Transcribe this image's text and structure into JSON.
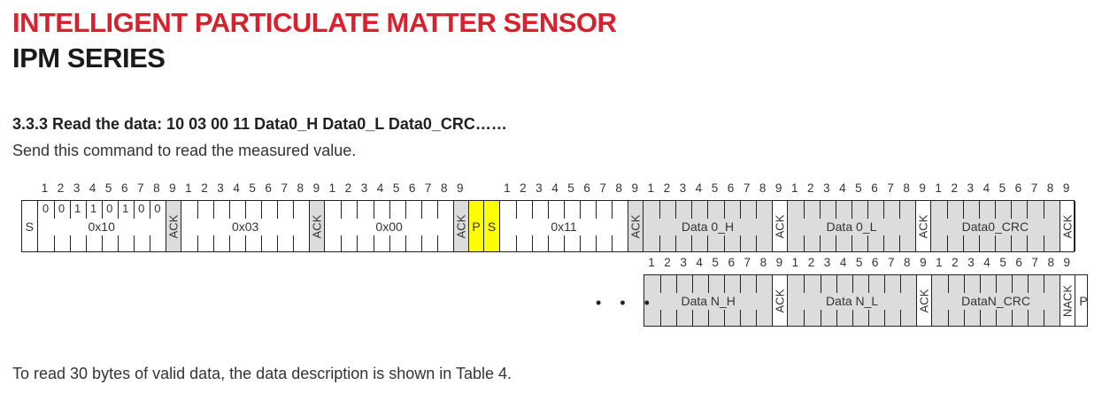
{
  "header": {
    "title": "INTELLIGENT PARTICULATE MATTER SENSOR",
    "subtitle": "IPM SERIES"
  },
  "section": {
    "heading": "3.3.3 Read the data: 10 03 00 11 Data0_H Data0_L Data0_CRC……",
    "intro": "Send this command to read the measured value.",
    "footer": "To read 30 bytes of valid data, the data description is shown in Table 4.",
    "ellipsis": "• • •"
  },
  "diagram": {
    "row1": [
      {
        "type": "single",
        "label": "S"
      },
      {
        "type": "byte",
        "label": "0x10",
        "bits": [
          "0",
          "0",
          "1",
          "1",
          "0",
          "1",
          "0",
          "0"
        ],
        "gray": false
      },
      {
        "type": "ack",
        "label": "ACK",
        "gray": true
      },
      {
        "type": "byte",
        "label": "0x03",
        "gray": false
      },
      {
        "type": "ack",
        "label": "ACK",
        "gray": true
      },
      {
        "type": "byte",
        "label": "0x00",
        "gray": false
      },
      {
        "type": "ack",
        "label": "ACK",
        "gray": true
      },
      {
        "type": "single",
        "label": "P",
        "highlight": true
      },
      {
        "type": "single",
        "label": "S",
        "highlight": true
      },
      {
        "type": "byte",
        "label": "0x11",
        "gray": false
      },
      {
        "type": "ack",
        "label": "ACK",
        "gray": true
      },
      {
        "type": "byte",
        "label": "Data 0_H",
        "gray": true
      },
      {
        "type": "ack",
        "label": "ACK",
        "gray": false
      },
      {
        "type": "byte",
        "label": "Data 0_L",
        "gray": true
      },
      {
        "type": "ack",
        "label": "ACK",
        "gray": false
      },
      {
        "type": "byte",
        "label": "Data0_CRC",
        "gray": true
      },
      {
        "type": "ack",
        "label": "ACK",
        "gray": false
      }
    ],
    "row2": [
      {
        "type": "byte",
        "label": "Data N_H",
        "gray": true
      },
      {
        "type": "ack",
        "label": "ACK",
        "gray": false
      },
      {
        "type": "byte",
        "label": "Data N_L",
        "gray": true
      },
      {
        "type": "ack",
        "label": "ACK",
        "gray": false
      },
      {
        "type": "byte",
        "label": "DataN_CRC",
        "gray": true
      },
      {
        "type": "ack",
        "label": "NACK",
        "gray": false
      },
      {
        "type": "single",
        "label": "P"
      }
    ],
    "bit_numbers": [
      "1",
      "2",
      "3",
      "4",
      "5",
      "6",
      "7",
      "8",
      "9"
    ]
  },
  "colors": {
    "brand_red": "#d8202f",
    "highlight": "#ffff00",
    "gray": "#dcdcdc"
  }
}
